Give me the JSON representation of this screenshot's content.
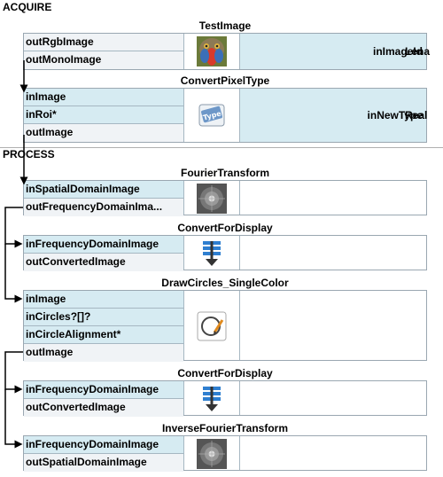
{
  "sections": {
    "acquire": "ACQUIRE",
    "process": "PROCESS"
  },
  "filters": {
    "test_image": {
      "title": "TestImage",
      "inputs": [],
      "outputs": [
        "outRgbImage",
        "outMonoImage"
      ],
      "param_label": "inImageId",
      "param_value": "Lena",
      "icon": "mandrill-image-icon"
    },
    "convert_pixel_type": {
      "title": "ConvertPixelType",
      "inputs": [
        "inImage",
        "inRoi*"
      ],
      "outputs": [
        "outImage"
      ],
      "param_label": "inNewType",
      "param_value": "Real",
      "icon": "type-convert-icon"
    },
    "fourier_transform": {
      "title": "FourierTransform",
      "inputs": [
        "inSpatialDomainImage"
      ],
      "outputs": [
        "outFrequencyDomainIma..."
      ],
      "icon": "spectrum-icon"
    },
    "convert_for_display_1": {
      "title": "ConvertForDisplay",
      "inputs": [
        "inFrequencyDomainImage"
      ],
      "outputs": [
        "outConvertedImage"
      ],
      "icon": "convert-display-icon"
    },
    "draw_circles": {
      "title": "DrawCircles_SingleColor",
      "inputs": [
        "inImage",
        "inCircles?[]?",
        "inCircleAlignment*"
      ],
      "outputs": [
        "outImage"
      ],
      "icon": "draw-circle-icon"
    },
    "convert_for_display_2": {
      "title": "ConvertForDisplay",
      "inputs": [
        "inFrequencyDomainImage"
      ],
      "outputs": [
        "outConvertedImage"
      ],
      "icon": "convert-display-icon"
    },
    "inverse_fourier_transform": {
      "title": "InverseFourierTransform",
      "inputs": [
        "inFrequencyDomainImage"
      ],
      "outputs": [
        "outSpatialDomainImage"
      ],
      "icon": "spectrum-icon"
    }
  },
  "colors": {
    "input_port_bg": "#d6ebf2",
    "output_port_bg": "#f0f3f6",
    "border": "#9aa7b1",
    "wire": "#000000"
  }
}
